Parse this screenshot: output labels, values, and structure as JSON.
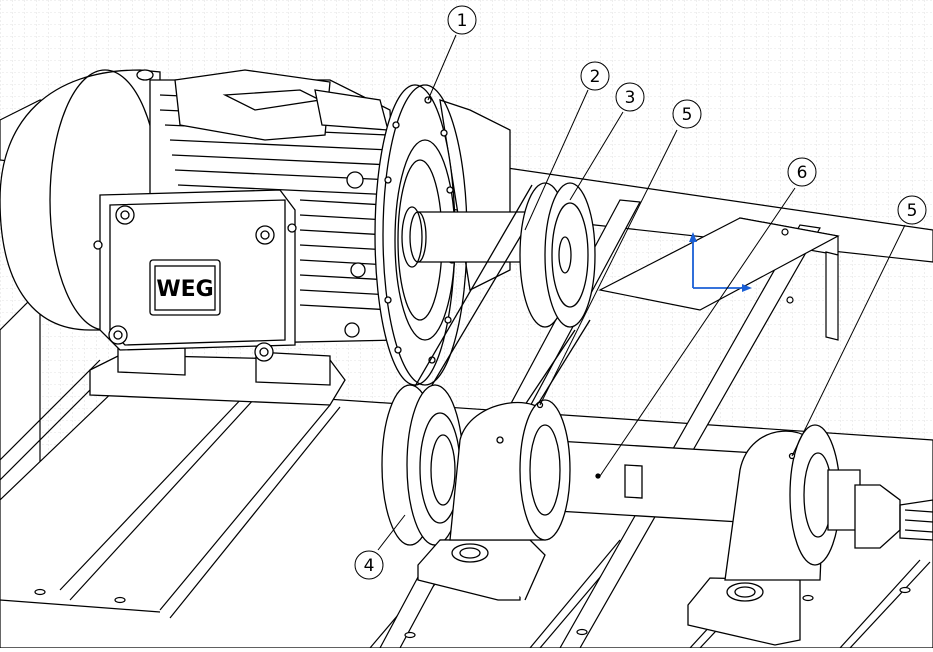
{
  "colors": {
    "background": "#ffffff",
    "grid": "#c8c8c8",
    "line": "#000000",
    "axis": "#1a5fd6"
  },
  "motor": {
    "brand": "WEG"
  },
  "callouts": [
    {
      "id": "c1",
      "label": "1"
    },
    {
      "id": "c2",
      "label": "2"
    },
    {
      "id": "c3",
      "label": "3"
    },
    {
      "id": "c4",
      "label": "4"
    },
    {
      "id": "c5a",
      "label": "5"
    },
    {
      "id": "c5b",
      "label": "5"
    },
    {
      "id": "c6",
      "label": "6"
    }
  ],
  "icons": {
    "axis_triad": "coordinate-axes-icon"
  }
}
